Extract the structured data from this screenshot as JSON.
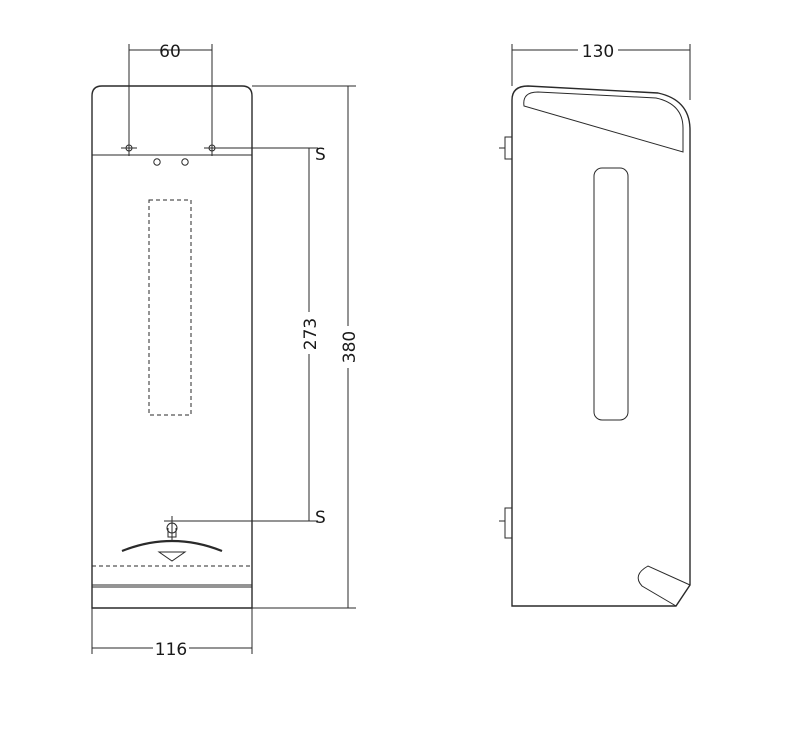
{
  "dimensions": {
    "front_top_spacing": "60",
    "front_width": "116",
    "front_height": "380",
    "screw_spacing": "273",
    "side_depth": "130"
  },
  "screw_markers": {
    "top": "S",
    "bottom": "S"
  }
}
